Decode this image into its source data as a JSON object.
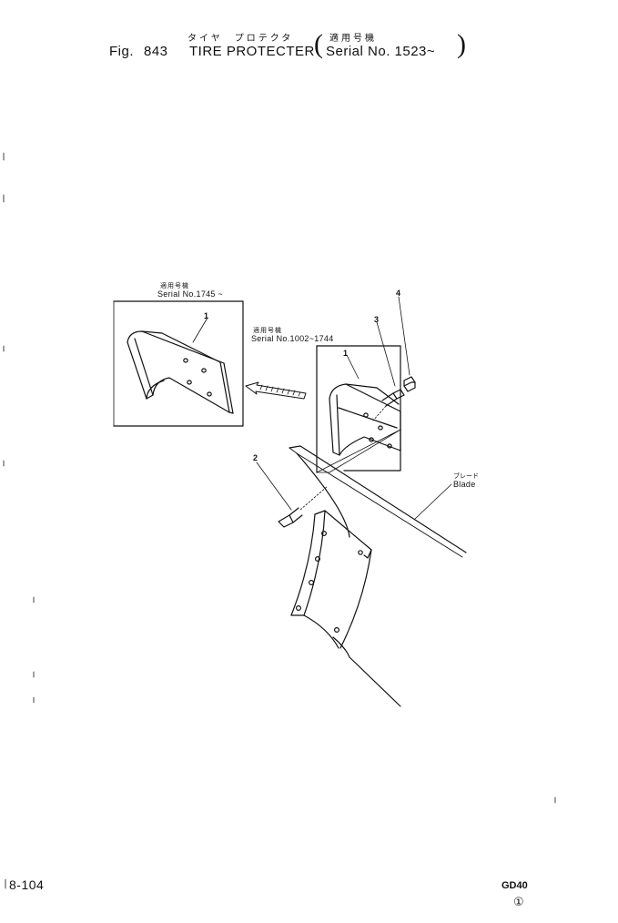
{
  "header": {
    "fig_label": "Fig.",
    "fig_number": "843",
    "title_en": "TIRE  PROTECTER",
    "title_jp": "タイヤ　プロテクタ",
    "serial_jp": "適用号機",
    "serial_en": "Serial No. 1523~"
  },
  "detail_new": {
    "serial_jp": "適用号機",
    "serial_en": "Serial  No.1745 ~"
  },
  "detail_old": {
    "serial_jp": "適用号機",
    "serial_en": "Serial  No.1002~1744"
  },
  "callouts": {
    "part1_new": "1",
    "part1_old": "1",
    "part2": "2",
    "part3": "3",
    "part4": "4"
  },
  "blade": {
    "label_jp": "ブレード",
    "label_en": "Blade"
  },
  "footer": {
    "page_number": "8-104",
    "model": "GD40",
    "revision_mark": "①"
  }
}
